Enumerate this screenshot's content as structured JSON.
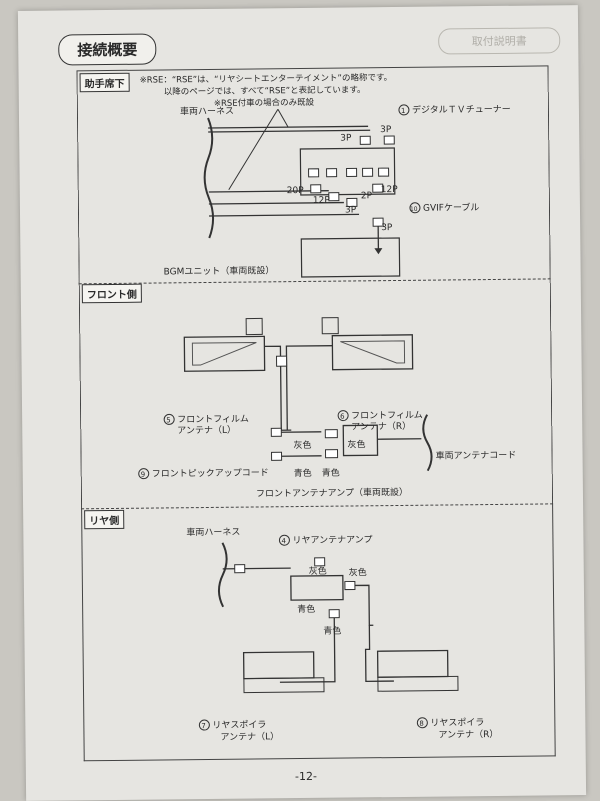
{
  "header": {
    "section_title": "接続概要",
    "ghost_title": "取付説明書"
  },
  "panel_passenger": {
    "tag": "助手席下",
    "note_line1": "※RSE：“RSE”は、“リヤシートエンターテイメント”の略称です。",
    "note_line2": "以降のページでは、すべて“RSE”と表記しています。",
    "note_rse": "※RSE付車の場合のみ既設",
    "vehicle_harness": "車両ハーネス",
    "num_1": "1",
    "tuner": "デジタルＴＶチューナー",
    "c3p_a": "3P",
    "c3p_b": "3P",
    "c20p": "20P",
    "c12p": "12P",
    "c2p": "2P",
    "c12p_b": "12P",
    "c3p_c": "3P",
    "num_10": "10",
    "gvif": "GVIFケーブル",
    "c3p_d": "3P",
    "bgm": "BGMユニット（車両既設）"
  },
  "panel_front": {
    "tag": "フロント側",
    "num_5": "5",
    "film_l_1": "フロントフィルム",
    "film_l_2": "アンテナ（L）",
    "num_6": "6",
    "film_r_1": "フロントフィルム",
    "film_r_2": "アンテナ（R）",
    "gray_1": "灰色",
    "gray_2": "灰色",
    "blue_1": "青色",
    "blue_2": "青色",
    "num_9": "9",
    "pickup": "フロントピックアップコード",
    "amp": "フロントアンテナアンプ（車両既設）",
    "antenna_cord": "車両アンテナコード"
  },
  "panel_rear": {
    "tag": "リヤ側",
    "vehicle_harness": "車両ハーネス",
    "num_4": "4",
    "rear_amp": "リヤアンテナアンプ",
    "gray_1": "灰色",
    "gray_2": "灰色",
    "blue_1": "青色",
    "blue_2": "青色",
    "num_7": "7",
    "spoiler_l_1": "リヤスポイラ",
    "spoiler_l_2": "アンテナ（L）",
    "num_8": "8",
    "spoiler_r_1": "リヤスポイラ",
    "spoiler_r_2": "アンテナ（R）"
  },
  "footer": {
    "page_number": "-12-"
  }
}
